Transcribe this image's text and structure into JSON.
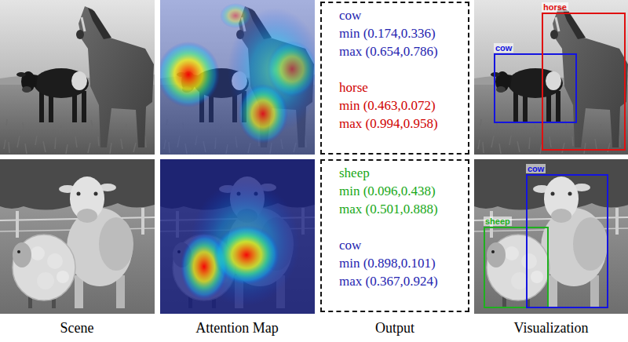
{
  "diagram": {
    "nodes": [
      {
        "text": [
          "cow",
          "min (0.174,0.336)",
          "max (0.654,0.786)",
          "horse",
          "min (0.463,0.072)",
          "max (0.994,0.958)"
        ]
      },
      {
        "text": [
          "cow"
        ]
      },
      {
        "text": [
          "horse"
        ]
      },
      {
        "text": [
          "sheep",
          "min (0.096,0.438)",
          "max (0.501,0.888)",
          "cow",
          "min (0.898,0.101)",
          "max (0.367,0.924)"
        ]
      },
      {
        "text": [
          "sheep"
        ]
      },
      {
        "text": [
          "cow"
        ]
      }
    ],
    "labels": [
      "Scene",
      "Attention Map",
      "Output",
      "Visualization"
    ]
  }
}
